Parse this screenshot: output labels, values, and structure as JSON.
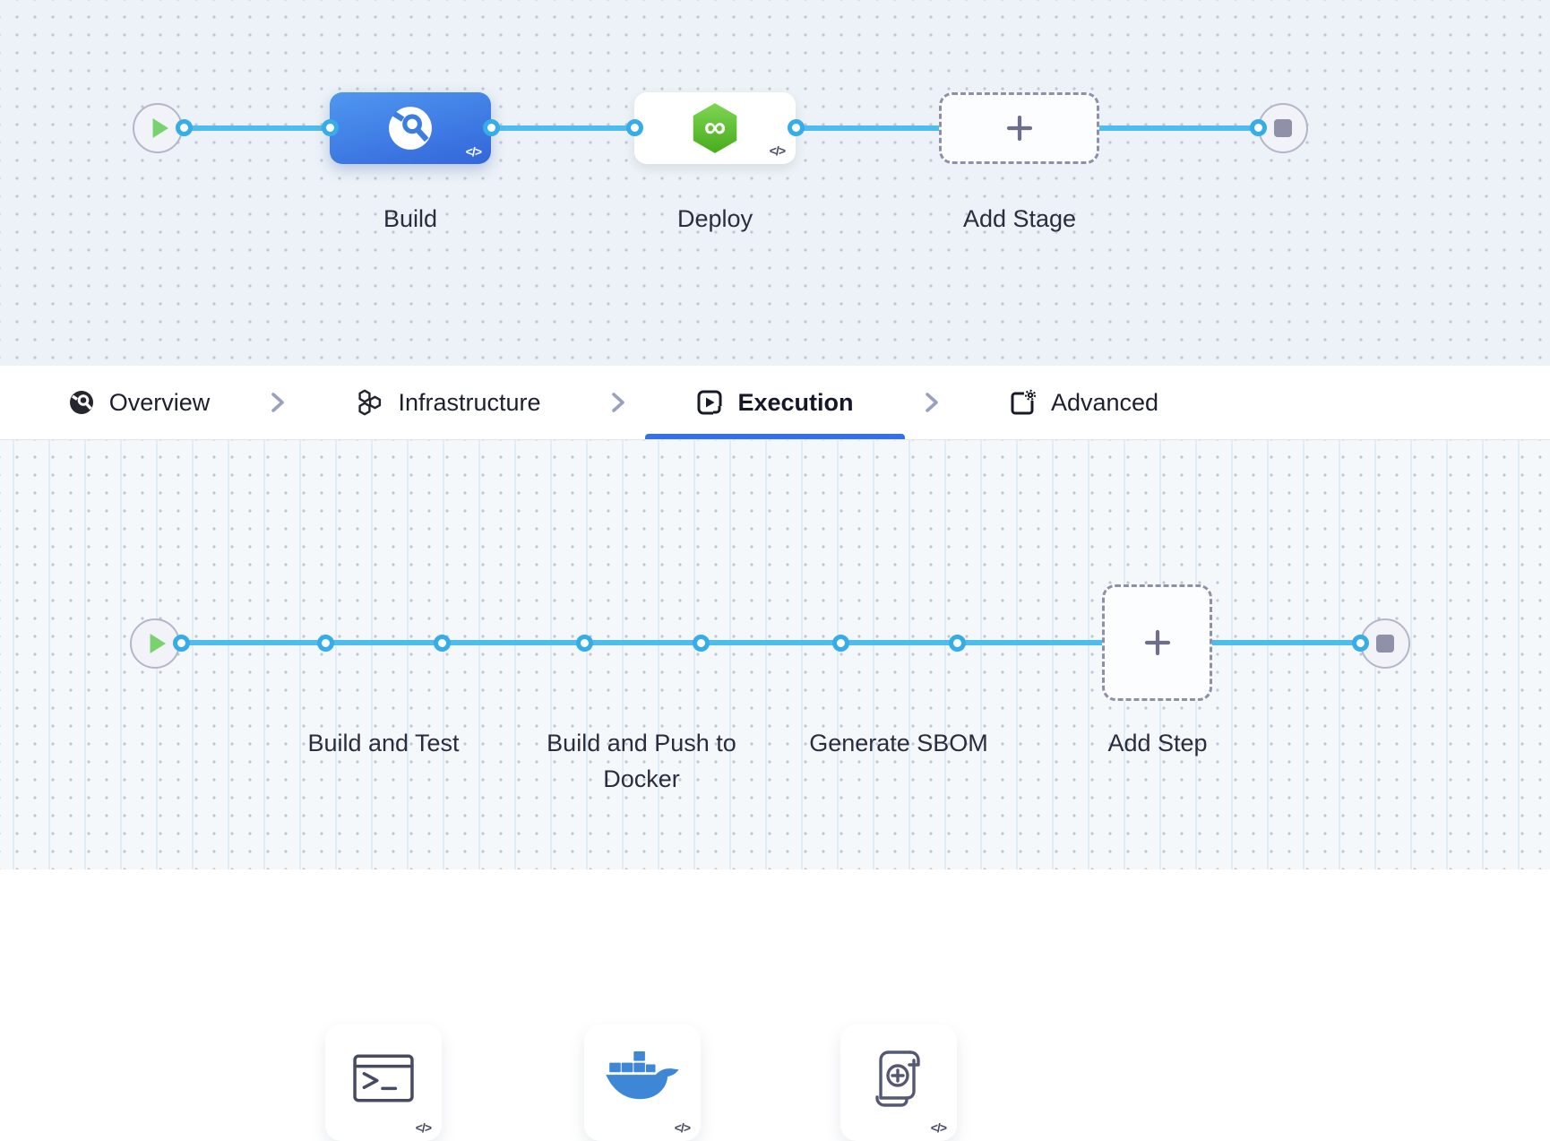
{
  "pipeline": {
    "stages": [
      {
        "label": "Build",
        "code_badge": "</>"
      },
      {
        "label": "Deploy",
        "code_badge": "</>"
      },
      {
        "label": "Add Stage"
      }
    ],
    "steps": [
      {
        "label": "Build and Test",
        "code_badge": "</>"
      },
      {
        "label": "Build and Push to Docker",
        "code_badge": "</>"
      },
      {
        "label": "Generate SBOM",
        "code_badge": "</>"
      },
      {
        "label": "Add Step"
      }
    ]
  },
  "tabs": {
    "items": [
      {
        "label": "Overview",
        "active": false
      },
      {
        "label": "Infrastructure",
        "active": false
      },
      {
        "label": "Execution",
        "active": true
      },
      {
        "label": "Advanced",
        "active": false
      }
    ]
  },
  "icons": {
    "deploy_glyph": "∞"
  },
  "colors": {
    "connector_blue": "#4fbcee",
    "port_ring_blue": "#36ace8",
    "stage_build_blue": "#3b7ee0",
    "deploy_green": "#5bc332",
    "docker_blue": "#3d87d6",
    "active_tab_underline": "#3570e4",
    "label_text": "#2b2c3e",
    "canvas_top_bg": "#ecf2f7",
    "canvas_bottom_bg": "#f4f8fb",
    "play_green": "#79d26f",
    "stop_gray": "#8f91a8"
  }
}
